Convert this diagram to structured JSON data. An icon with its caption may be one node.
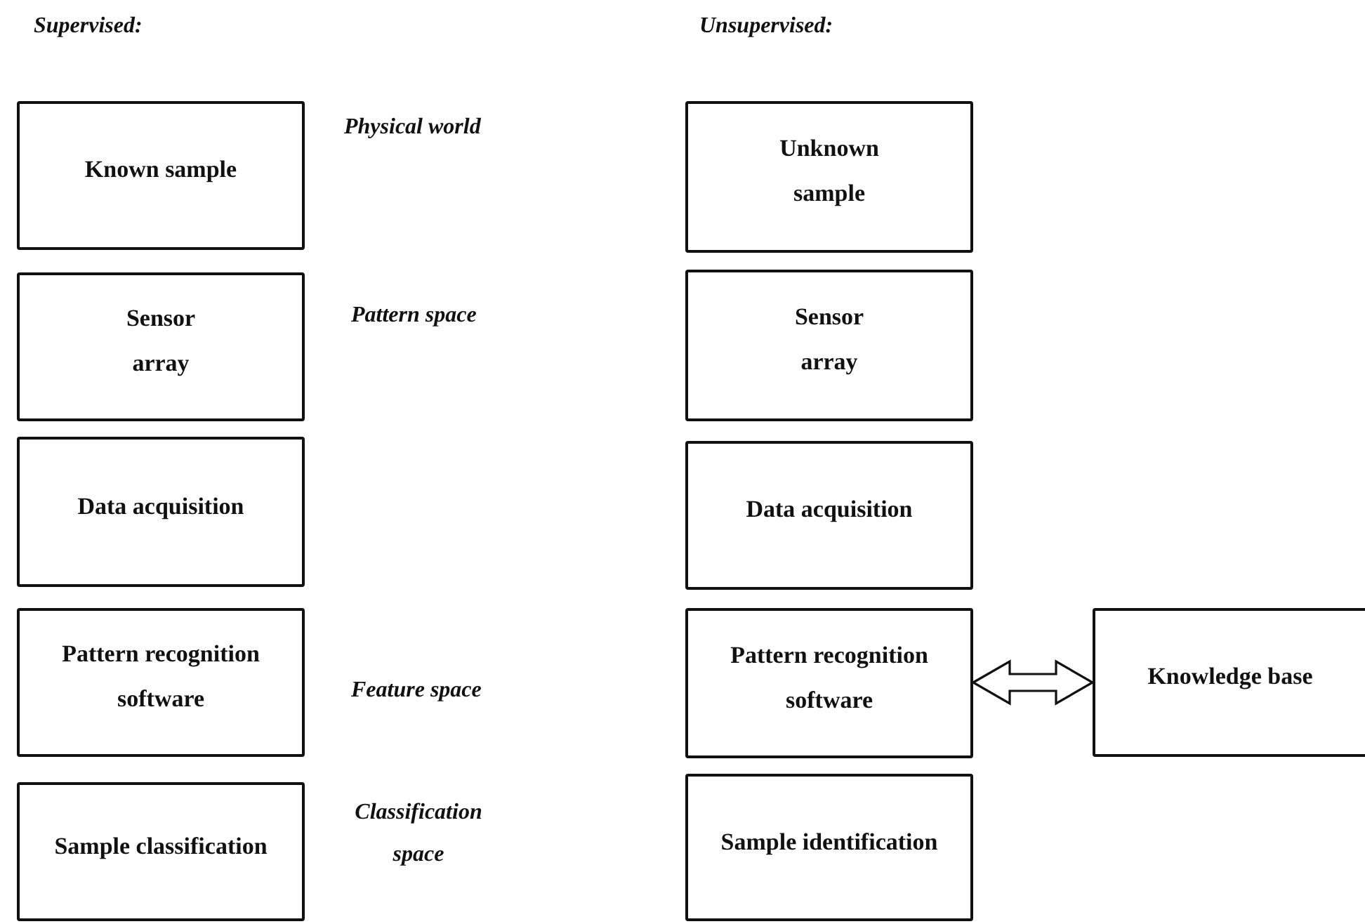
{
  "diagram": {
    "nodes": [
      {
        "text": [
          "Known sample"
        ]
      },
      {
        "text": [
          "Sensor array"
        ]
      },
      {
        "text": [
          "Data acquisition"
        ]
      },
      {
        "text": [
          "Pattern recognition software"
        ]
      },
      {
        "text": [
          "Sample classification"
        ]
      },
      {
        "text": [
          "Unknown sample"
        ]
      },
      {
        "text": [
          "Sensor array"
        ]
      },
      {
        "text": [
          "Data acquisition"
        ]
      },
      {
        "text": [
          "Pattern recognition software"
        ]
      },
      {
        "text": [
          "Sample identification"
        ]
      },
      {
        "text": [
          "Knowledge base"
        ]
      }
    ],
    "edges": [
      {
        "from": 8,
        "to": 10,
        "arrow": "both"
      }
    ],
    "labels": [
      "Supervised:",
      "Unsupervised:",
      "Physical world",
      "Pattern space",
      "Feature space",
      "Classification space"
    ]
  }
}
